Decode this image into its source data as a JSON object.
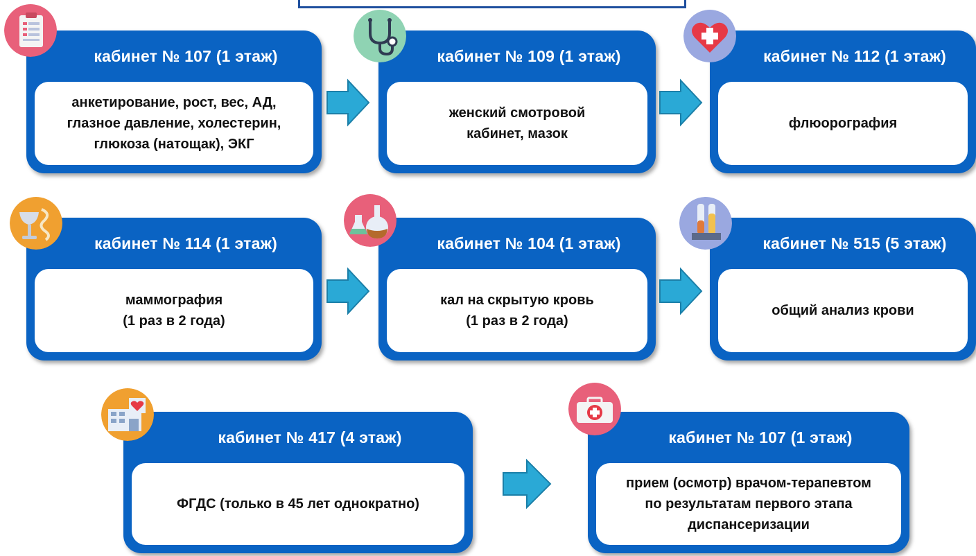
{
  "steps": [
    {
      "title": "кабинет № 107 (1 этаж)",
      "lines": [
        "анкетирование, рост, вес, АД,",
        "глазное давление, холестерин,",
        "глюкоза (натощак), ЭКГ"
      ],
      "icon": "clipboard-icon",
      "color": "#e8607a"
    },
    {
      "title": "кабинет № 109 (1 этаж)",
      "lines": [
        "женский смотровой",
        "кабинет, мазок"
      ],
      "icon": "stethoscope-icon",
      "color": "#8fd3b3"
    },
    {
      "title": "кабинет № 112 (1 этаж)",
      "lines": [
        "флюорография"
      ],
      "icon": "heart-cross-icon",
      "color": "#9aa8e0"
    },
    {
      "title": "кабинет № 114 (1 этаж)",
      "lines": [
        "маммография",
        "(1 раз в 2 года)"
      ],
      "icon": "hygieia-bowl-icon",
      "color": "#f0a030"
    },
    {
      "title": "кабинет № 104 (1 этаж)",
      "lines": [
        "кал на скрытую кровь",
        "(1 раз в 2 года)"
      ],
      "icon": "lab-flask-icon",
      "color": "#e8607a"
    },
    {
      "title": "кабинет № 515 (5 этаж)",
      "lines": [
        "общий анализ крови"
      ],
      "icon": "test-tubes-icon",
      "color": "#9aa8e0"
    },
    {
      "title": "кабинет № 417 (4 этаж)",
      "lines": [
        "ФГДС (только в 45 лет однократно)"
      ],
      "icon": "hospital-building-icon",
      "color": "#f0a030"
    },
    {
      "title": "кабинет № 107 (1 этаж)",
      "lines": [
        "прием (осмотр) врачом-терапевтом",
        "по результатам первого этапа",
        "диспансеризации"
      ],
      "icon": "medical-kit-icon",
      "color": "#e8607a"
    }
  ],
  "colors": {
    "card": "#0a63c3",
    "arrow": "#2aa9d6",
    "frame": "#1f4f9e"
  }
}
